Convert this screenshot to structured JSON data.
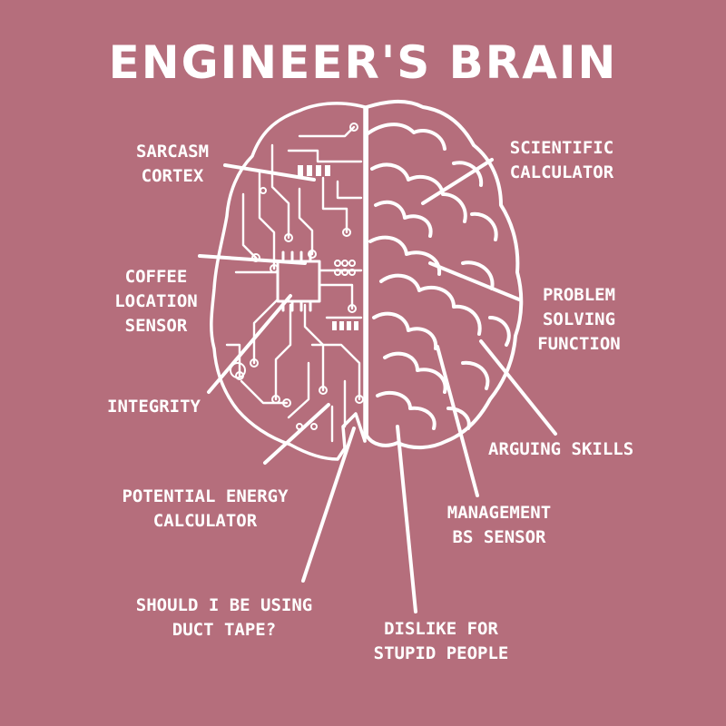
{
  "title": "ENGINEER'S BRAIN",
  "colors": {
    "background": "#b56e7c",
    "foreground": "#ffffff"
  },
  "labels": {
    "sarcasm": [
      "SARCASM",
      "CORTEX"
    ],
    "coffee": [
      "COFFEE",
      "LOCATION",
      "SENSOR"
    ],
    "integrity": [
      "INTEGRITY"
    ],
    "potential": [
      "POTENTIAL ENERGY",
      "CALCULATOR"
    ],
    "duct": [
      "SHOULD I BE USING",
      "DUCT TAPE?"
    ],
    "dislike": [
      "DISLIKE FOR",
      "STUPID PEOPLE"
    ],
    "management": [
      "MANAGEMENT",
      "BS SENSOR"
    ],
    "arguing": [
      "ARGUING SKILLS"
    ],
    "problem": [
      "PROBLEM",
      "SOLVING",
      "FUNCTION"
    ],
    "scientific": [
      "SCIENTIFIC",
      "CALCULATOR"
    ]
  }
}
